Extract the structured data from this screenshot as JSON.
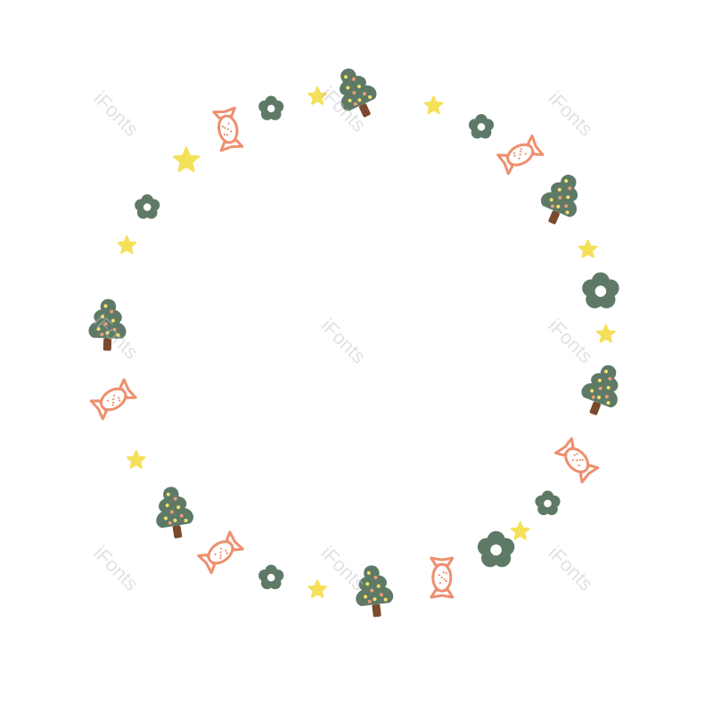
{
  "watermark": {
    "text": "iFonts"
  },
  "colors": {
    "background": "#ffffff",
    "tree_green": "#5e7a66",
    "trunk_brown": "#7a4a2e",
    "dot_yellow": "#f5e06a",
    "dot_orange": "#ee9a74",
    "star_yellow": "#f5e05a",
    "flower_green": "#5e7a66",
    "candy_outline": "#ee8f6e",
    "candy_fill": "#ffffff",
    "candy_dots": "#ee8f6e"
  },
  "wreath": {
    "items": [
      {
        "icon": "tree-icon",
        "angle": 0
      },
      {
        "icon": "star-icon",
        "angle": 18
      },
      {
        "icon": "flower-icon",
        "angle": 30
      },
      {
        "icon": "candy-icon",
        "angle": 41
      },
      {
        "icon": "tree-icon",
        "angle": 55
      },
      {
        "icon": "star-icon",
        "angle": 68
      },
      {
        "icon": "flower-icon",
        "angle": 78
      },
      {
        "icon": "star-icon",
        "angle": 88
      },
      {
        "icon": "tree-icon",
        "angle": 101
      },
      {
        "icon": "candy-icon",
        "angle": 118
      },
      {
        "icon": "flower-icon",
        "angle": 130
      },
      {
        "icon": "star-icon",
        "angle": 139
      },
      {
        "icon": "flower-icon",
        "angle": 146
      },
      {
        "icon": "candy-icon",
        "angle": 160
      },
      {
        "icon": "tree-icon",
        "angle": 176
      },
      {
        "icon": "star-icon",
        "angle": 189
      },
      {
        "icon": "flower-icon",
        "angle": 200
      },
      {
        "icon": "candy-icon",
        "angle": 213
      },
      {
        "icon": "tree-icon",
        "angle": 227
      },
      {
        "icon": "star-icon",
        "angle": 242
      },
      {
        "icon": "candy-icon",
        "angle": 257
      },
      {
        "icon": "tree-icon",
        "angle": 274
      },
      {
        "icon": "star-icon",
        "angle": 293
      },
      {
        "icon": "flower-icon",
        "angle": 303
      },
      {
        "icon": "star-icon",
        "angle": 317
      },
      {
        "icon": "candy-icon",
        "angle": 329
      },
      {
        "icon": "flower-icon",
        "angle": 340
      },
      {
        "icon": "star-icon",
        "angle": 351
      }
    ]
  }
}
